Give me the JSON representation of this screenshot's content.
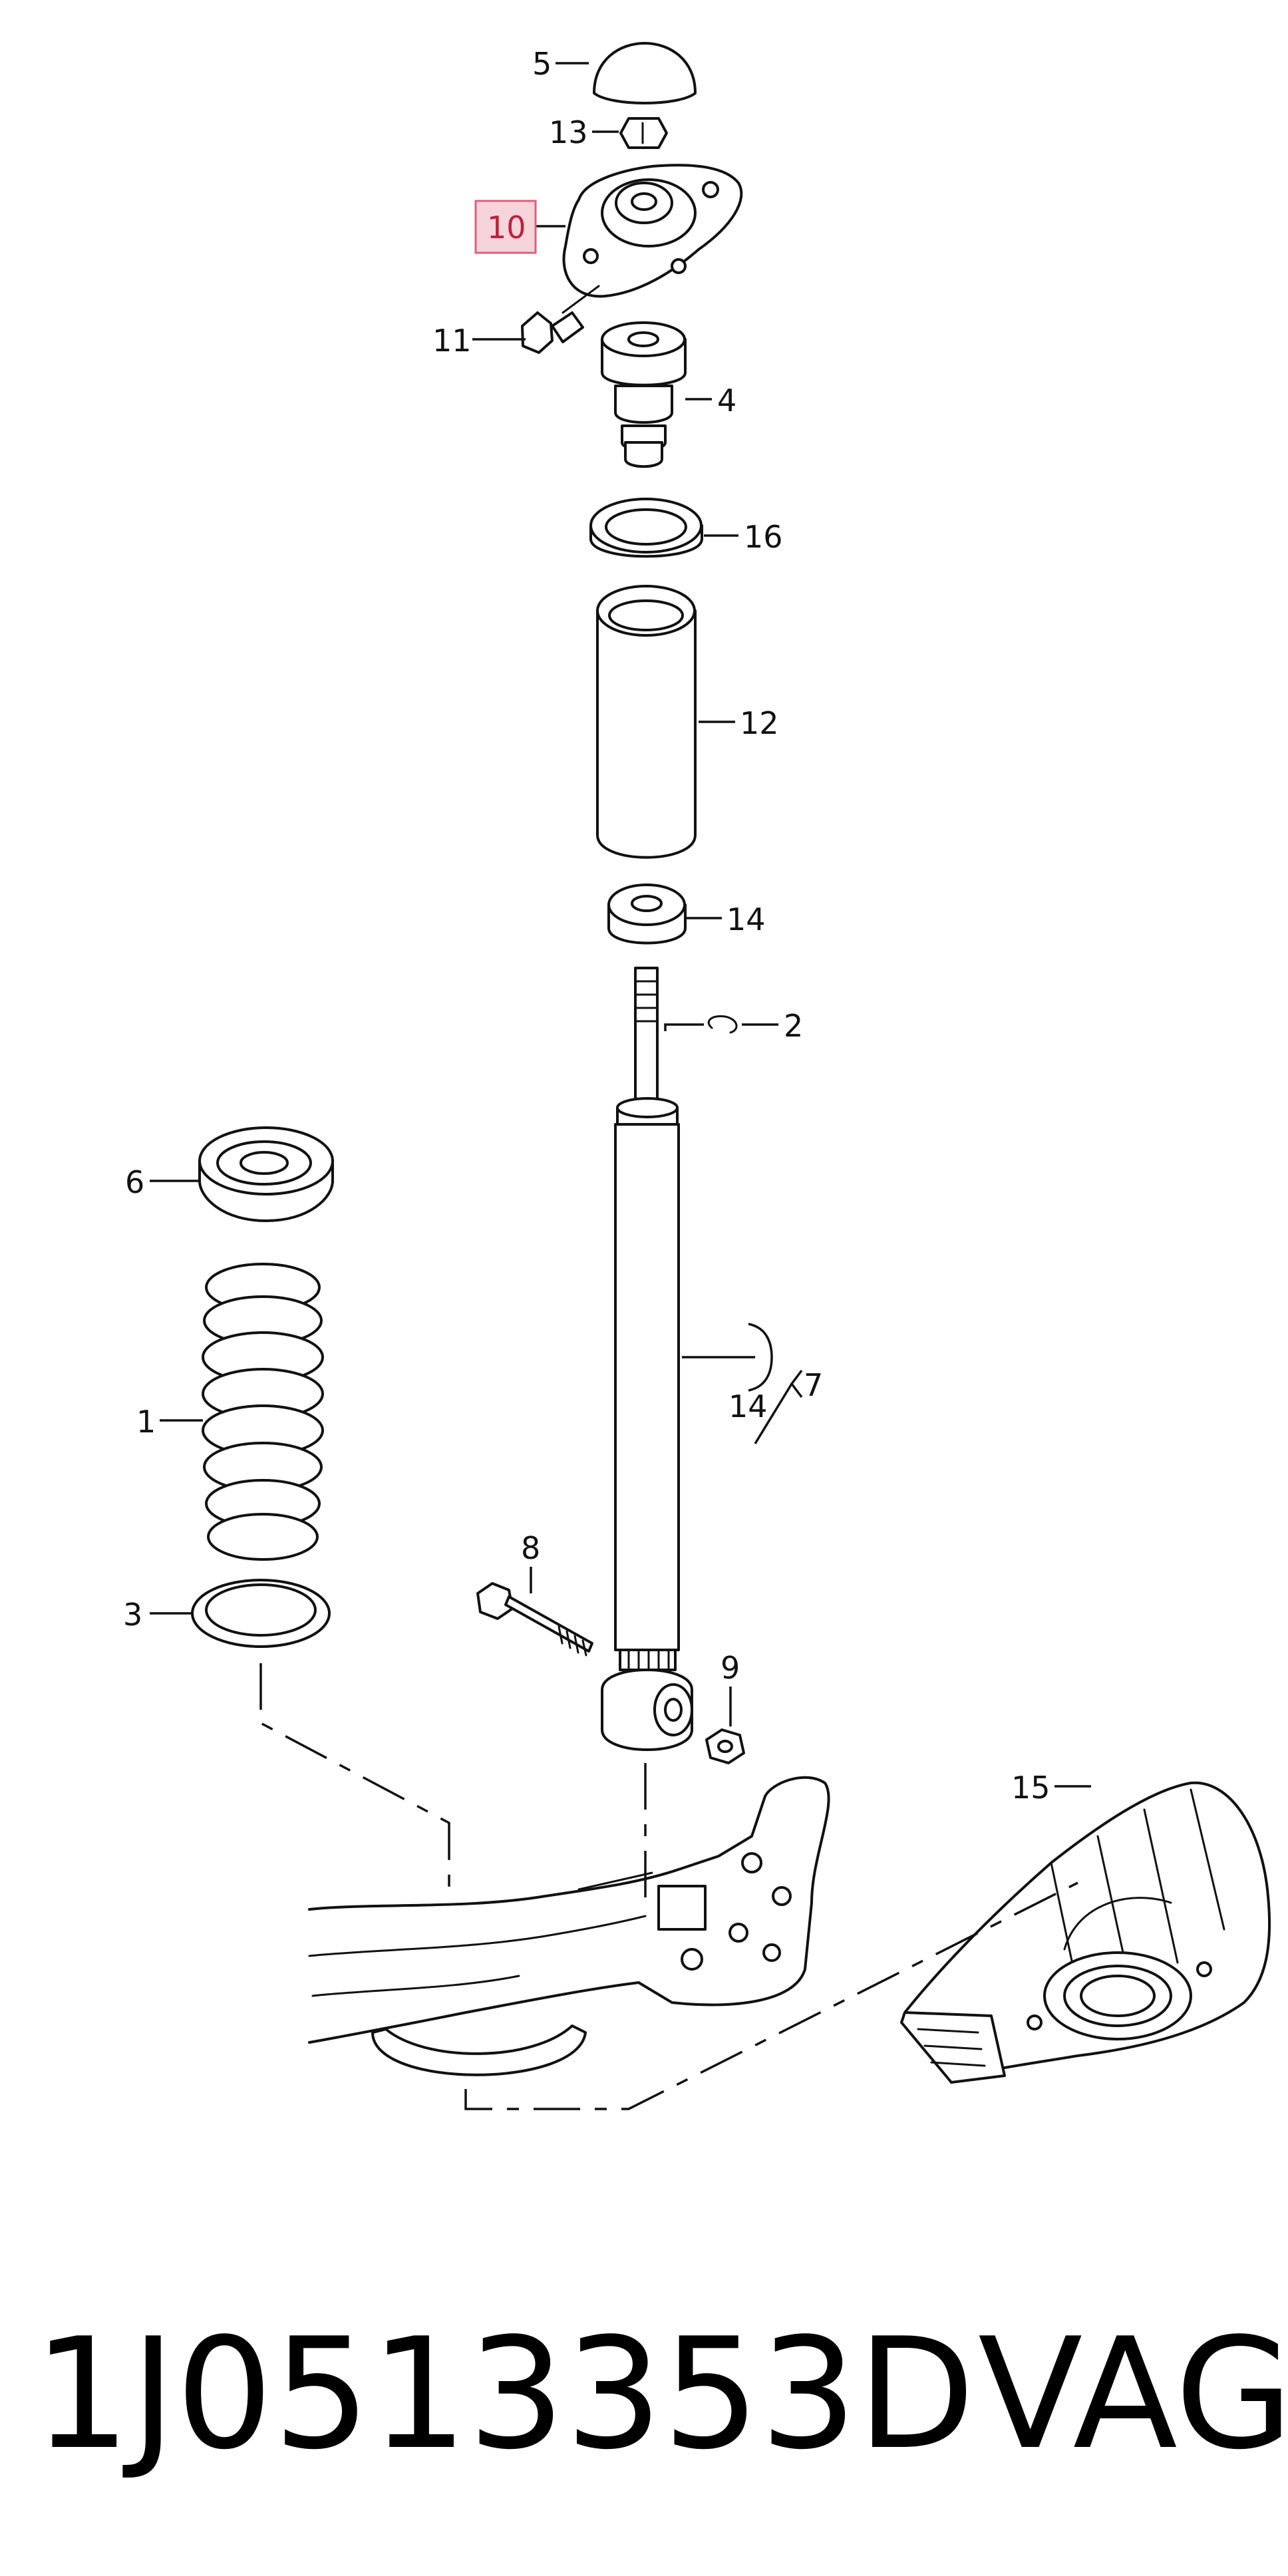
{
  "diagram": {
    "callouts": {
      "c1": "1",
      "c2": "2",
      "c3": "3",
      "c4": "4",
      "c5": "5",
      "c6": "6",
      "c7": "7",
      "c8": "8",
      "c9": "9",
      "c10": "10",
      "c11": "11",
      "c12": "12",
      "c13": "13",
      "c14a": "14",
      "c14b": "14",
      "c15": "15",
      "c16": "16"
    },
    "highlighted_callout": "10",
    "highlight_color": "#f6d4dc"
  },
  "footer": {
    "part_number": "1J0513353D",
    "brand": "VAG"
  }
}
